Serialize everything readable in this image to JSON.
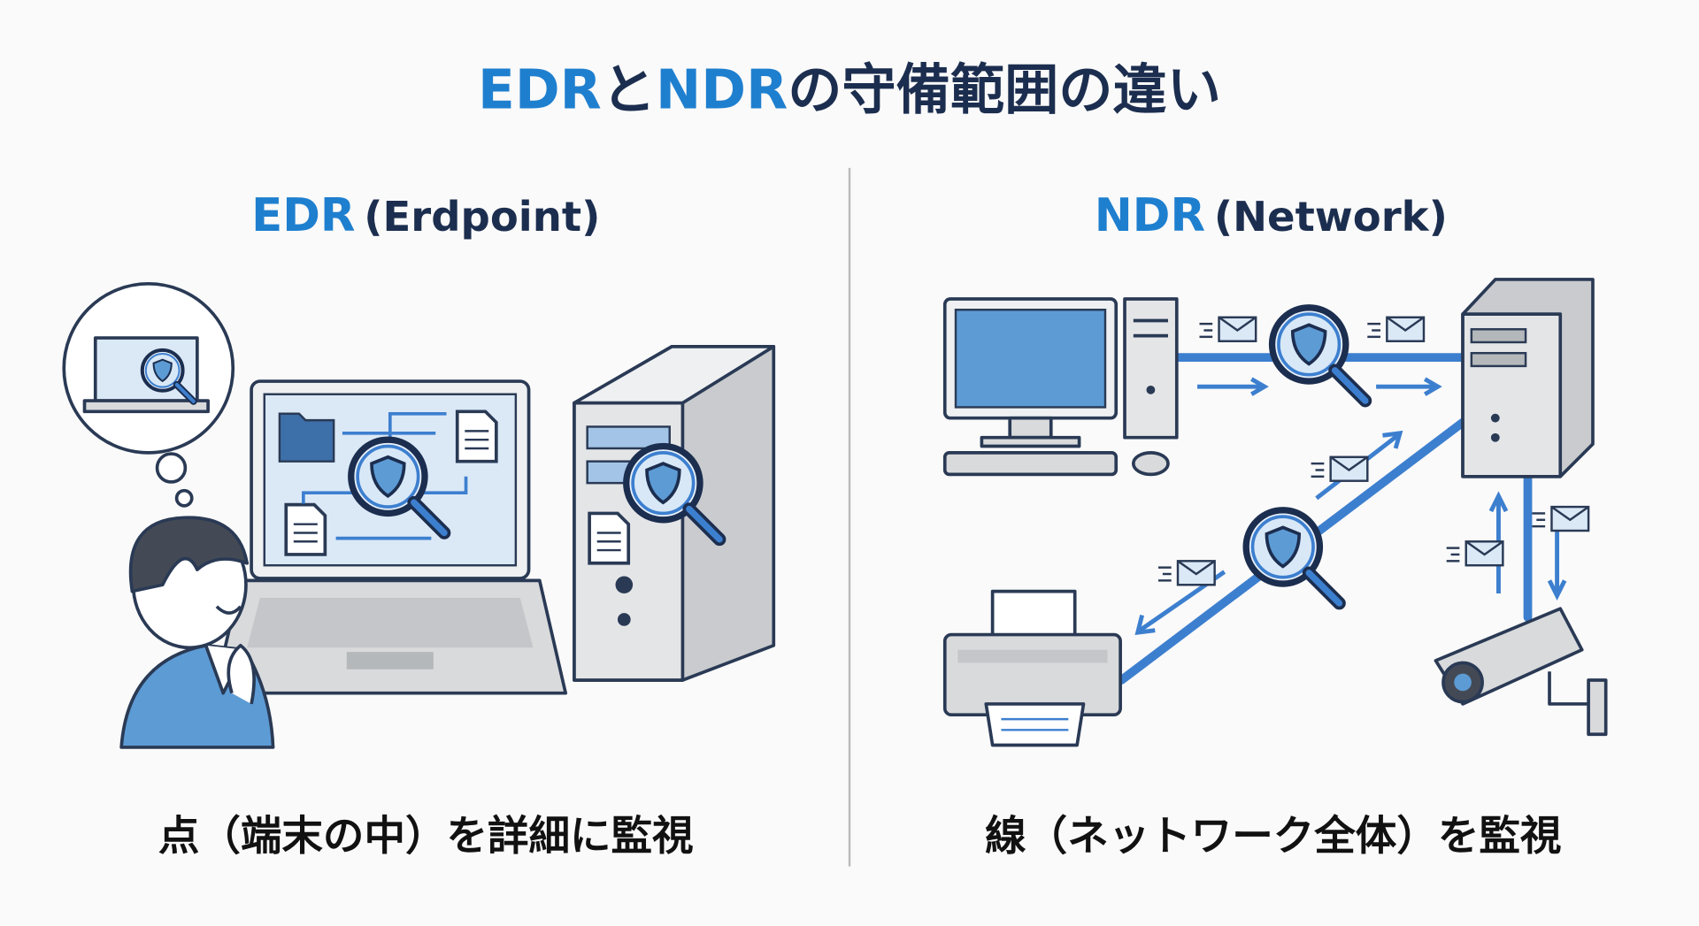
{
  "title": {
    "part1": "EDR",
    "part2": "と",
    "part3": "NDR",
    "part4": "の守備範囲の違い"
  },
  "left": {
    "heading_abbr": "EDR",
    "heading_paren": "(Erdpoint)",
    "caption": "点（端末の中）を詳細に監視"
  },
  "right": {
    "heading_abbr": "NDR",
    "heading_paren": "(Network)",
    "caption": "線（ネットワーク全体）を監視"
  },
  "colors": {
    "accent": "#1f7fcf",
    "navy": "#1c2e4f",
    "device_gray": "#d9dadc",
    "screen_blue": "#5d9bd5",
    "link_blue": "#3d7fcf"
  }
}
